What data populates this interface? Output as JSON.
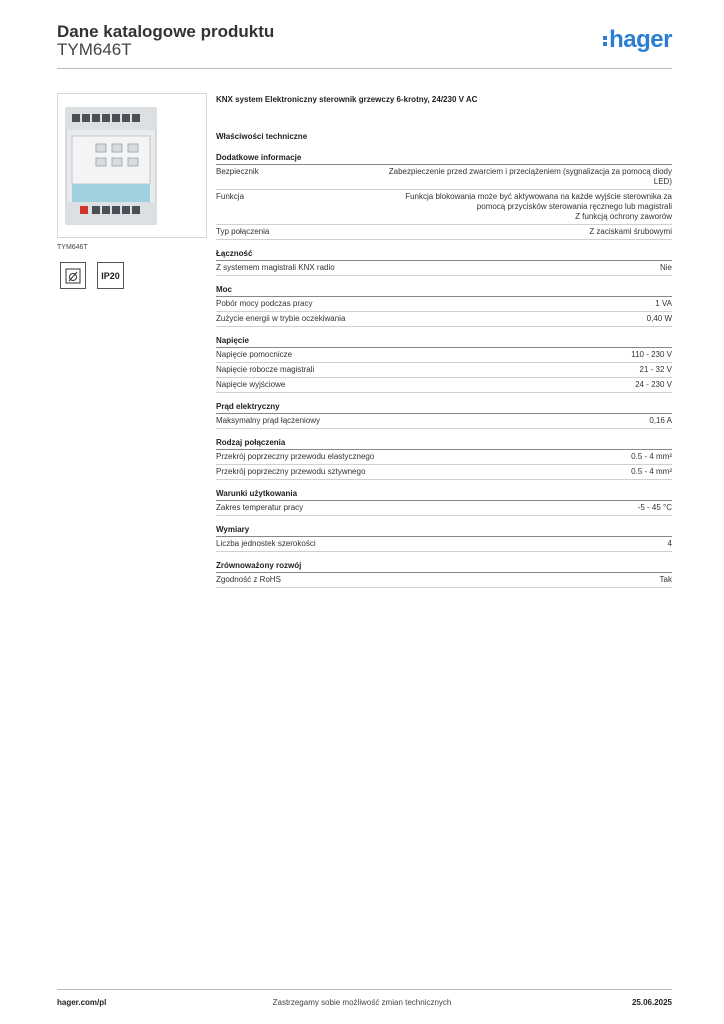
{
  "header": {
    "title": "Dane katalogowe produktu",
    "code": "TYM646T",
    "logo": "hager"
  },
  "product": {
    "caption": "TYM646T",
    "ip_badge": "IP20",
    "description": "KNX system Elektroniczny sterownik grzewczy 6-krotny, 24/230 V AC"
  },
  "spec": {
    "section_label": "Właściwości techniczne",
    "groups": [
      {
        "title": "Dodatkowe informacje",
        "rows": [
          {
            "k": "Bezpiecznik",
            "v": "Zabezpieczenie przed zwarciem i przeciążeniem (sygnalizacja za pomocą diody LED)"
          },
          {
            "k": "Funkcja",
            "v": "Funkcja blokowania może być aktywowana na każde wyjście sterownika za pomocą przycisków sterowania ręcznego lub magistrali\nZ funkcją ochrony zaworów"
          },
          {
            "k": "Typ połączenia",
            "v": "Z zaciskami śrubowymi"
          }
        ]
      },
      {
        "title": "Łączność",
        "rows": [
          {
            "k": "Z systemem magistrali KNX radio",
            "v": "Nie"
          }
        ]
      },
      {
        "title": "Moc",
        "rows": [
          {
            "k": "Pobór mocy podczas pracy",
            "v": "1 VA"
          },
          {
            "k": "Zużycie energii w trybie oczekiwania",
            "v": "0,40 W"
          }
        ]
      },
      {
        "title": "Napięcie",
        "rows": [
          {
            "k": "Napięcie pomocnicze",
            "v": "110 - 230 V"
          },
          {
            "k": "Napięcie robocze magistrali",
            "v": "21 - 32 V"
          },
          {
            "k": "Napięcie wyjściowe",
            "v": "24 - 230 V"
          }
        ]
      },
      {
        "title": "Prąd elektryczny",
        "rows": [
          {
            "k": "Maksymalny prąd łączeniowy",
            "v": "0,16 A"
          }
        ]
      },
      {
        "title": "Rodzaj połączenia",
        "rows": [
          {
            "k": "Przekrój poprzeczny przewodu elastycznego",
            "v": "0.5 - 4 mm²"
          },
          {
            "k": "Przekrój poprzeczny przewodu sztywnego",
            "v": "0.5 - 4 mm²"
          }
        ]
      },
      {
        "title": "Warunki użytkowania",
        "rows": [
          {
            "k": "Zakres temperatur pracy",
            "v": "-5 - 45 °C"
          }
        ]
      },
      {
        "title": "Wymiary",
        "rows": [
          {
            "k": "Liczba jednostek szerokości",
            "v": "4"
          }
        ]
      },
      {
        "title": "Zrównoważony rozwój",
        "rows": [
          {
            "k": "Zgodność z RoHS",
            "v": "Tak"
          }
        ]
      }
    ]
  },
  "footer": {
    "left": "hager.com/pl",
    "center": "Zastrzegamy sobie możliwość zmian technicznych",
    "right": "25.06.2025"
  },
  "colors": {
    "brand": "#2a7fd4"
  }
}
